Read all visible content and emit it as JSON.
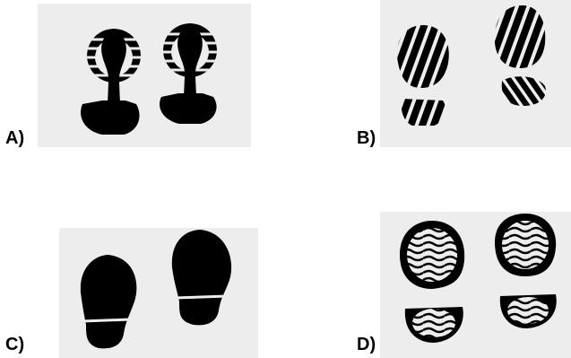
{
  "options": [
    {
      "label": "A)",
      "print": "boot-sole-with-striped-ring-tread"
    },
    {
      "label": "B)",
      "print": "zebra-striped-sole-pads"
    },
    {
      "label": "C)",
      "print": "smooth-solid-footprint-with-band"
    },
    {
      "label": "D)",
      "print": "wavy-tread-sole"
    }
  ],
  "colors": {
    "print": "#000000",
    "panel": "#ededed",
    "label": "#000000"
  }
}
